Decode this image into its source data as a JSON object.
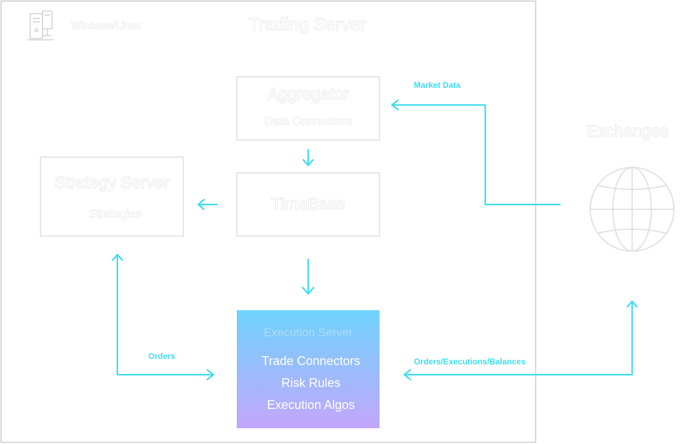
{
  "colors": {
    "flow": "#3fdcec",
    "box_border": "#dddddd",
    "exec_gradient_top": "#6fd3fb",
    "exec_gradient_bottom": "#c3a6fb"
  },
  "server": {
    "os_label": "Windows/Linux",
    "title": "Trading Server",
    "os_icon": "server-computer-icon"
  },
  "aggregator": {
    "title": "Aggregator",
    "subtitle": "Data Connectors"
  },
  "timebase": {
    "title": "TimeBase"
  },
  "strategy_server": {
    "title": "Strategy Server",
    "subtitle": "Strategies"
  },
  "execution_server": {
    "title": "Execution Server",
    "items": [
      "Trade Connectors",
      "Risk Rules",
      "Execution Algos"
    ]
  },
  "exchanges": {
    "title": "Exchanges",
    "icon": "globe-icon"
  },
  "labels": {
    "market_data": "Market Data",
    "orders": "Orders",
    "orders_exec_balances": "Orders/Executions/Balances"
  }
}
